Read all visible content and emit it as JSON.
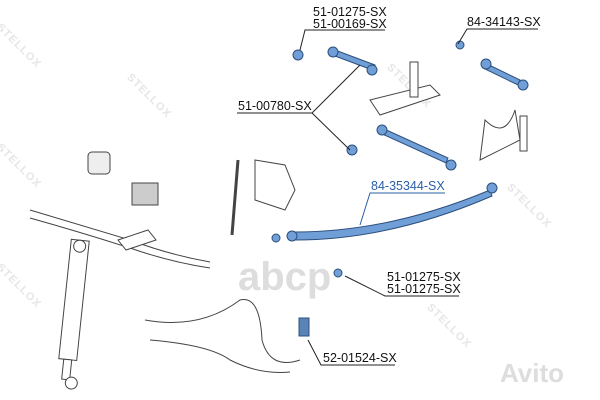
{
  "labels": {
    "tie_rod_end_bolt_upper": "51-01275-SX",
    "tie_rod_end_upper": "51-00169-SX",
    "tie_rod_assembly": "84-34143-SX",
    "tie_rod_ends": "51-00780-SX",
    "center_link": "84-35344-SX",
    "lower_bolt_1": "51-01275-SX",
    "lower_bolt_2": "51-01275-SX",
    "ball_joint": "52-01524-SX"
  },
  "watermarks": {
    "brand": "STELLOX",
    "site_logo": "abcp",
    "market_logo": "Avito"
  },
  "colors": {
    "part_blue": "#6f9fd6",
    "label_blue": "#2a5fa8",
    "line": "#222222"
  }
}
